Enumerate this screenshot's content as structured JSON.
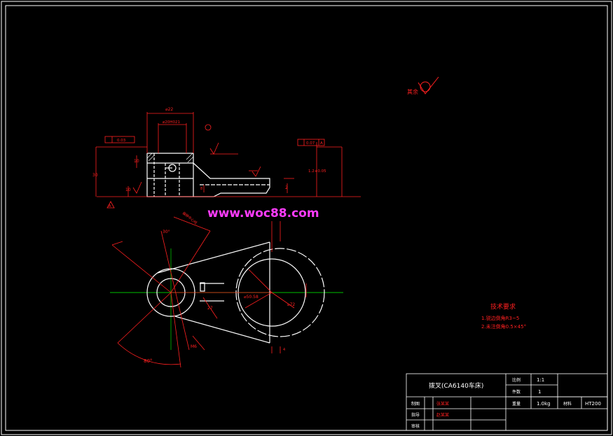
{
  "watermark": "www.woc88.com",
  "roughness_note": {
    "label": "其余"
  },
  "datum": {
    "a": "A"
  },
  "dims": {
    "top_width": "⌀22",
    "bore": "⌀20H021",
    "height_total": "30",
    "left_small": "10",
    "left_low": "10",
    "right_tol": "1.2+0.05",
    "right_small": "2",
    "angle_30": "30°",
    "angle_80": "80°",
    "radius_r27": "27",
    "small_dia": "⌀50.58",
    "big_dia": "⌀72",
    "m6": "M6",
    "note_slot": "偏移中心线",
    "tiny_8": "8",
    "tiny_4": "4"
  },
  "gdt": {
    "left_frame_val": "0.03",
    "right_frame_val": "0.07",
    "right_frame_ref": "A"
  },
  "tech_requirements": {
    "title": "技术要求",
    "items": [
      "1.锐边倒角R3~5",
      "2.未注倒角0.5×45°"
    ]
  },
  "title_block": {
    "part_name": "拨叉(CA6140车床)",
    "scale_label": "比例",
    "scale_value": "1:1",
    "qty_label": "件数",
    "qty_value": "1",
    "weight_label": "重量",
    "weight_value": "1.0kg",
    "material_label": "材料",
    "material_value": "HT200",
    "drawn_label": "制图",
    "drawn_name": "张某某",
    "guide_label": "指导",
    "guide_name": "赵某某",
    "review_label": "审核"
  },
  "colors": {
    "background": "#000000",
    "outline": "#ffffff",
    "dimension": "#ff2020",
    "centerline": "#00c000",
    "watermark": "#ff3cff"
  }
}
